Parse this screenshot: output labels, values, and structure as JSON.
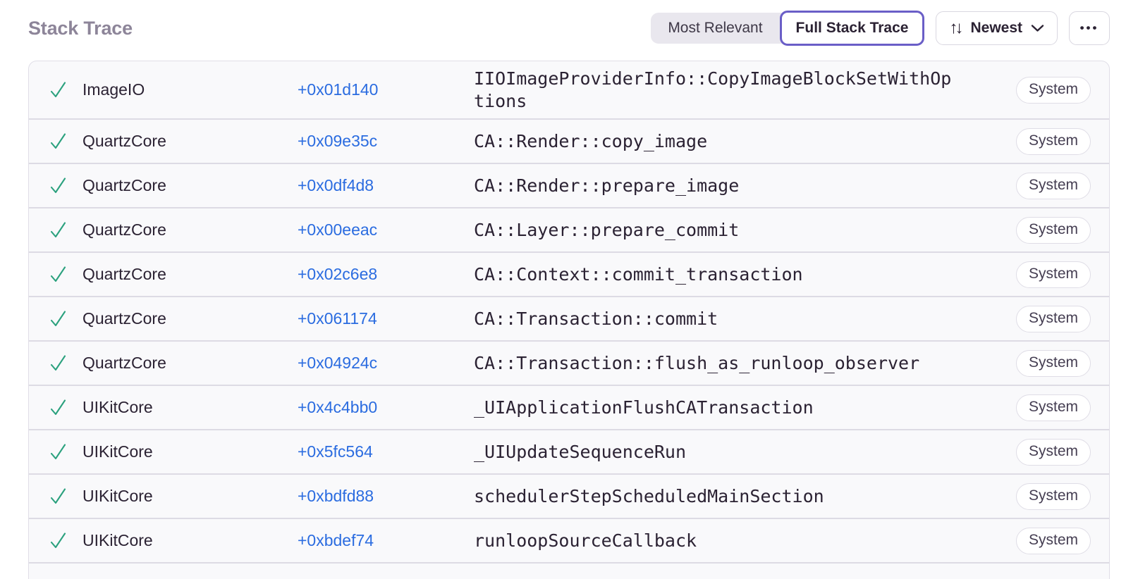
{
  "header": {
    "title": "Stack Trace"
  },
  "controls": {
    "view_toggle": {
      "options": [
        "Most Relevant",
        "Full Stack Trace"
      ],
      "selected": "Full Stack Trace"
    },
    "sort": {
      "label": "Newest"
    },
    "more": {
      "label": "more options"
    }
  },
  "icons": {
    "check": "✓",
    "sort": "↑↓",
    "chevron_down": "⌄",
    "ellipsis": "•••"
  },
  "colors": {
    "accent_purple": "#6a5ec7",
    "link_blue": "#2b6ce0",
    "check_green": "#2ba17e",
    "title_gray": "#8d8599",
    "row_background": "#f9f9fb",
    "divider": "#dddbe4"
  },
  "rows": [
    {
      "module": "ImageIO",
      "address": "+0x01d140",
      "function": "IIOImageProviderInfo::CopyImageBlockSetWithOptions",
      "badge": "System"
    },
    {
      "module": "QuartzCore",
      "address": "+0x09e35c",
      "function": "CA::Render::copy_image",
      "badge": "System"
    },
    {
      "module": "QuartzCore",
      "address": "+0x0df4d8",
      "function": "CA::Render::prepare_image",
      "badge": "System"
    },
    {
      "module": "QuartzCore",
      "address": "+0x00eeac",
      "function": "CA::Layer::prepare_commit",
      "badge": "System"
    },
    {
      "module": "QuartzCore",
      "address": "+0x02c6e8",
      "function": "CA::Context::commit_transaction",
      "badge": "System"
    },
    {
      "module": "QuartzCore",
      "address": "+0x061174",
      "function": "CA::Transaction::commit",
      "badge": "System"
    },
    {
      "module": "QuartzCore",
      "address": "+0x04924c",
      "function": "CA::Transaction::flush_as_runloop_observer",
      "badge": "System"
    },
    {
      "module": "UIKitCore",
      "address": "+0x4c4bb0",
      "function": "_UIApplicationFlushCATransaction",
      "badge": "System"
    },
    {
      "module": "UIKitCore",
      "address": "+0x5fc564",
      "function": "_UIUpdateSequenceRun",
      "badge": "System"
    },
    {
      "module": "UIKitCore",
      "address": "+0xbdfd88",
      "function": "schedulerStepScheduledMainSection",
      "badge": "System"
    },
    {
      "module": "UIKitCore",
      "address": "+0xbdef74",
      "function": "runloopSourceCallback",
      "badge": "System"
    }
  ]
}
